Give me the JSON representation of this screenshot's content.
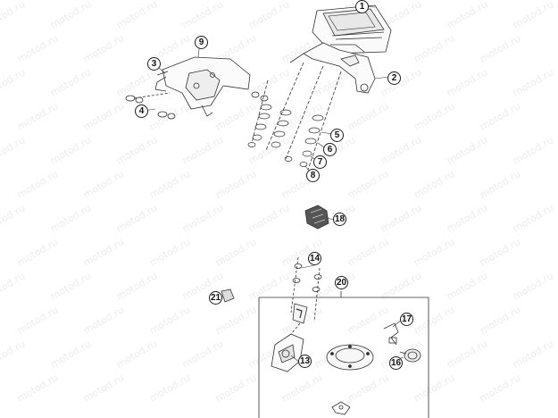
{
  "watermark": "motod.ru",
  "line_color": "#333333",
  "callouts": [
    "1",
    "2",
    "3",
    "4",
    "5",
    "6",
    "7",
    "8",
    "9",
    "13",
    "14",
    "16",
    "17",
    "18",
    "20",
    "21"
  ]
}
